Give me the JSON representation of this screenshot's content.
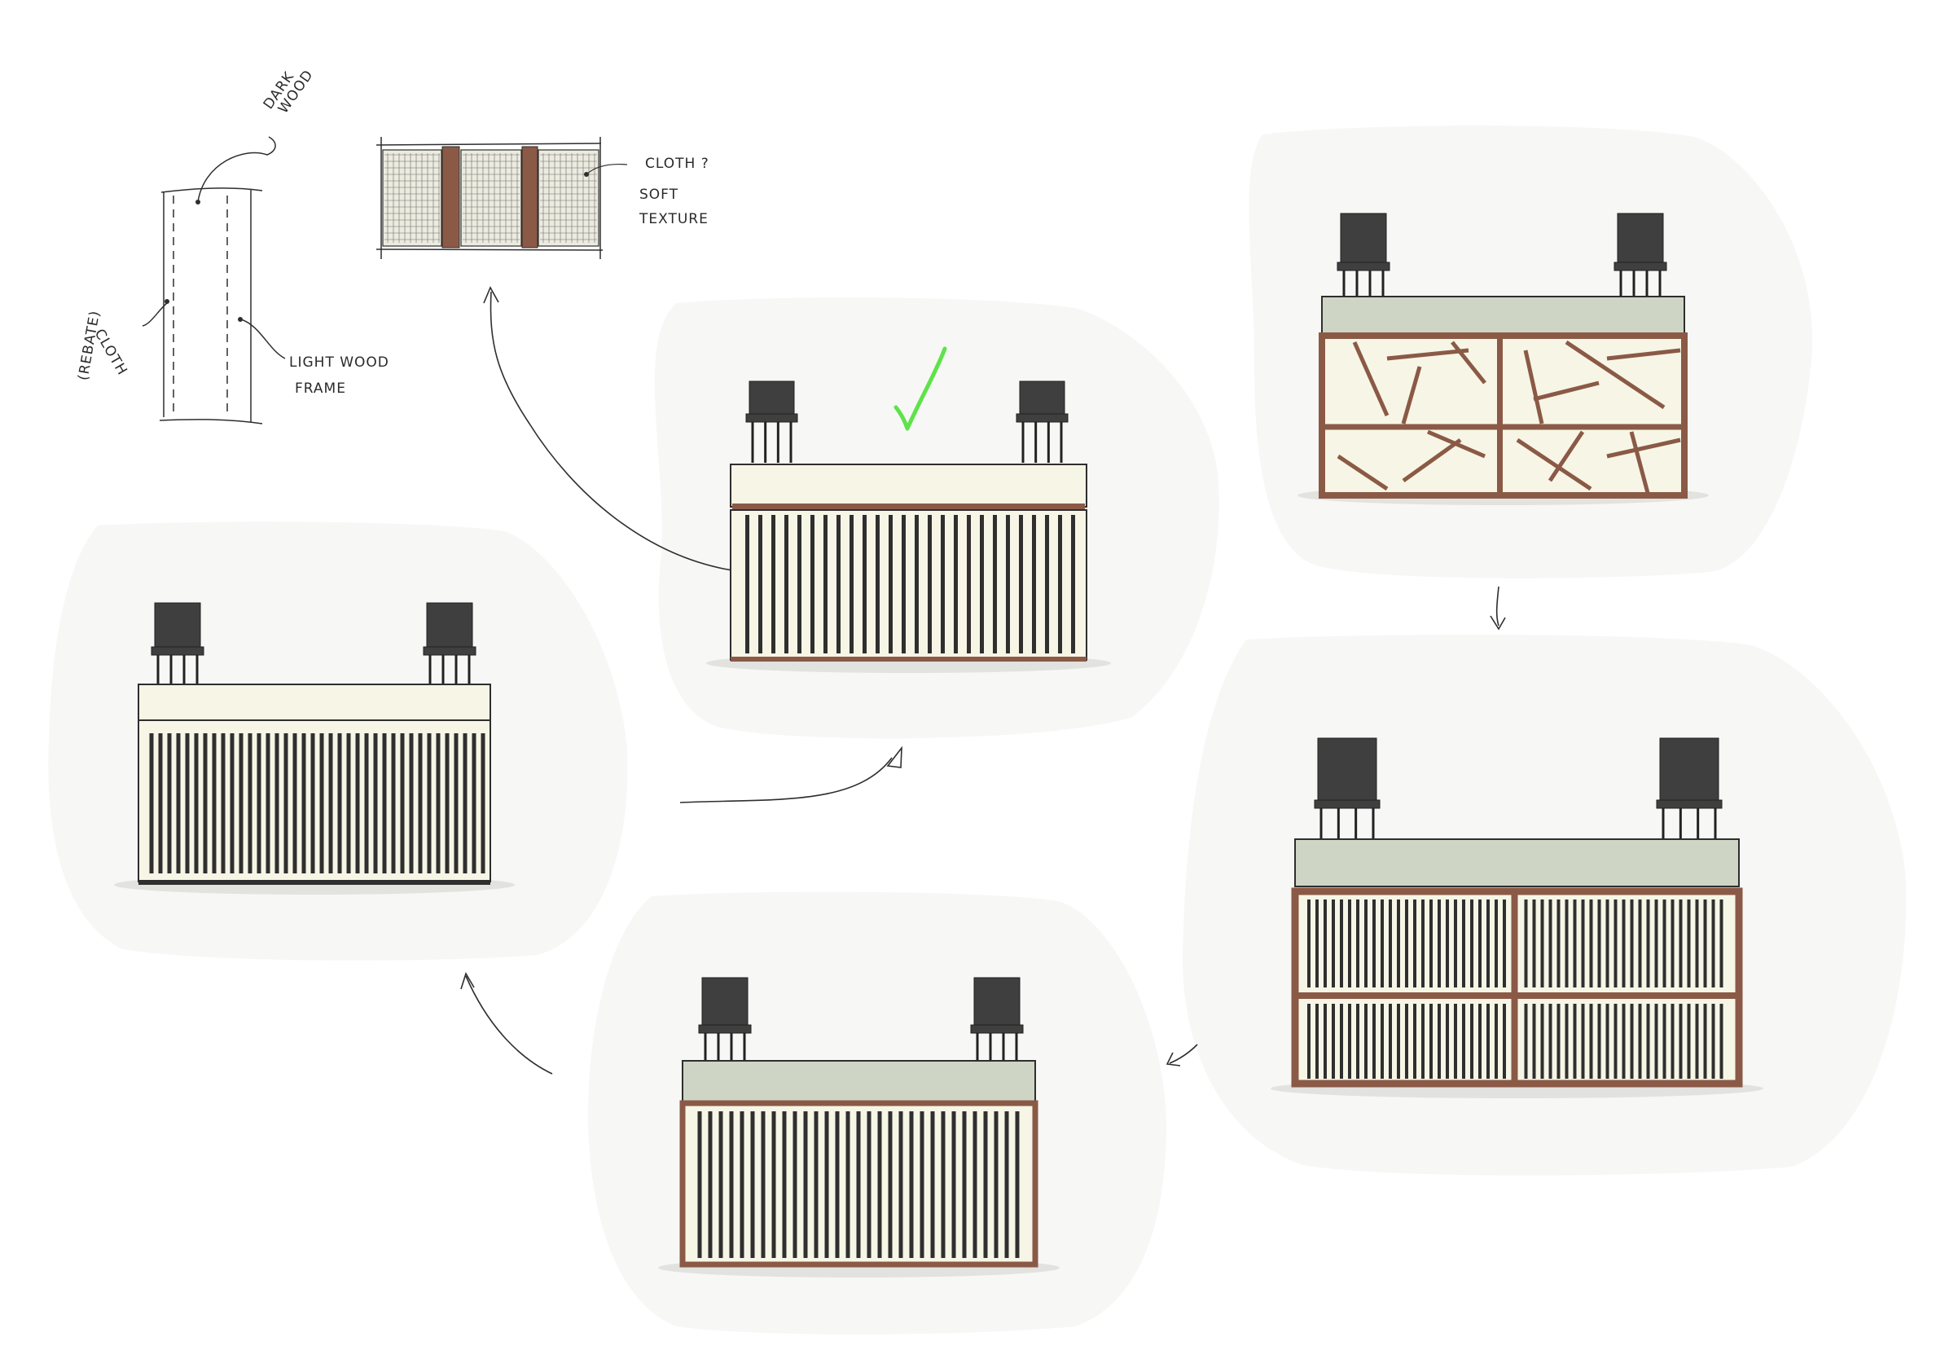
{
  "annotations": {
    "dark_wood": [
      "DARK",
      "WOOD"
    ],
    "cloth_rebate": [
      "CLOTH",
      "(REBATE)"
    ],
    "light_wood_frame": [
      "LIGHT WOOD",
      "FRAME"
    ],
    "cloth_q": "CLOTH ?",
    "soft_texture": [
      "SOFT",
      "TEXTURE"
    ]
  },
  "colors": {
    "blob": "#f7f7f6",
    "ink": "#2e2e2e",
    "cream": "#f7f5e6",
    "sage": "#cfd5c5",
    "wood": "#8a5a46",
    "chair": "#3f3f3f",
    "check": "#5fe24a"
  },
  "icons": {
    "selected_mark": "check-mark-icon"
  },
  "variants": [
    {
      "id": "selected-slatted-cream",
      "top": "cream",
      "panel": "slats",
      "selected": true
    },
    {
      "id": "crazy-paving-sage",
      "top": "sage",
      "panel": "crazy"
    },
    {
      "id": "four-panel-slatted-sage",
      "top": "sage",
      "panel": "four-panel"
    },
    {
      "id": "framed-slatted-sage",
      "top": "sage",
      "panel": "framed-slats"
    },
    {
      "id": "dense-slatted-cream",
      "top": "cream",
      "panel": "dense-slats"
    }
  ]
}
